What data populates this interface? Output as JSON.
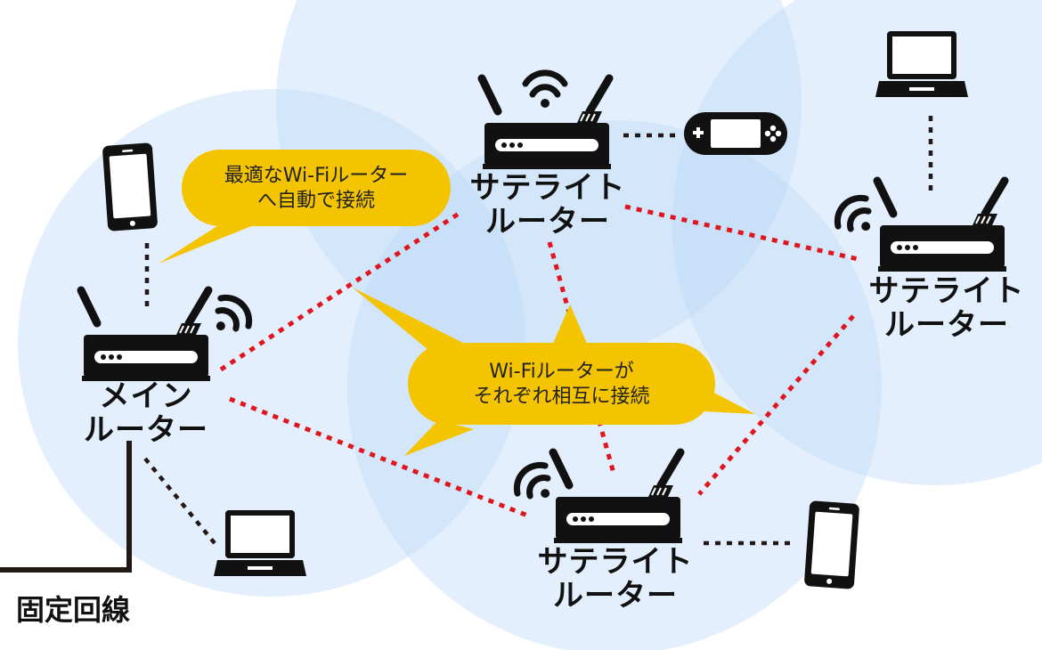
{
  "colors": {
    "coverage": "#cfe4fa",
    "coverage_edge": "#b9d7f6",
    "bubble": "#f5c400",
    "wireless_link": "#e0161e",
    "wired_link": "#231815",
    "device": "#111111"
  },
  "routers": {
    "main": {
      "line1": "メイン",
      "line2": "ルーター"
    },
    "sat_top": {
      "line1": "サテライト",
      "line2": "ルーター"
    },
    "sat_right": {
      "line1": "サテライト",
      "line2": "ルーター"
    },
    "sat_bottom": {
      "line1": "サテライト",
      "line2": "ルーター"
    }
  },
  "callouts": {
    "auto_connect": {
      "line1": "最適なWi-Fiルーター",
      "line2": "へ自動で接続"
    },
    "mutual_connect": {
      "line1": "Wi-Fiルーターが",
      "line2": "それぞれ相互に接続"
    }
  },
  "fixed_line": {
    "label": "固定回線"
  },
  "icons": [
    "router-icon",
    "wifi-signal-icon",
    "smartphone-icon",
    "laptop-icon",
    "game-console-icon"
  ]
}
